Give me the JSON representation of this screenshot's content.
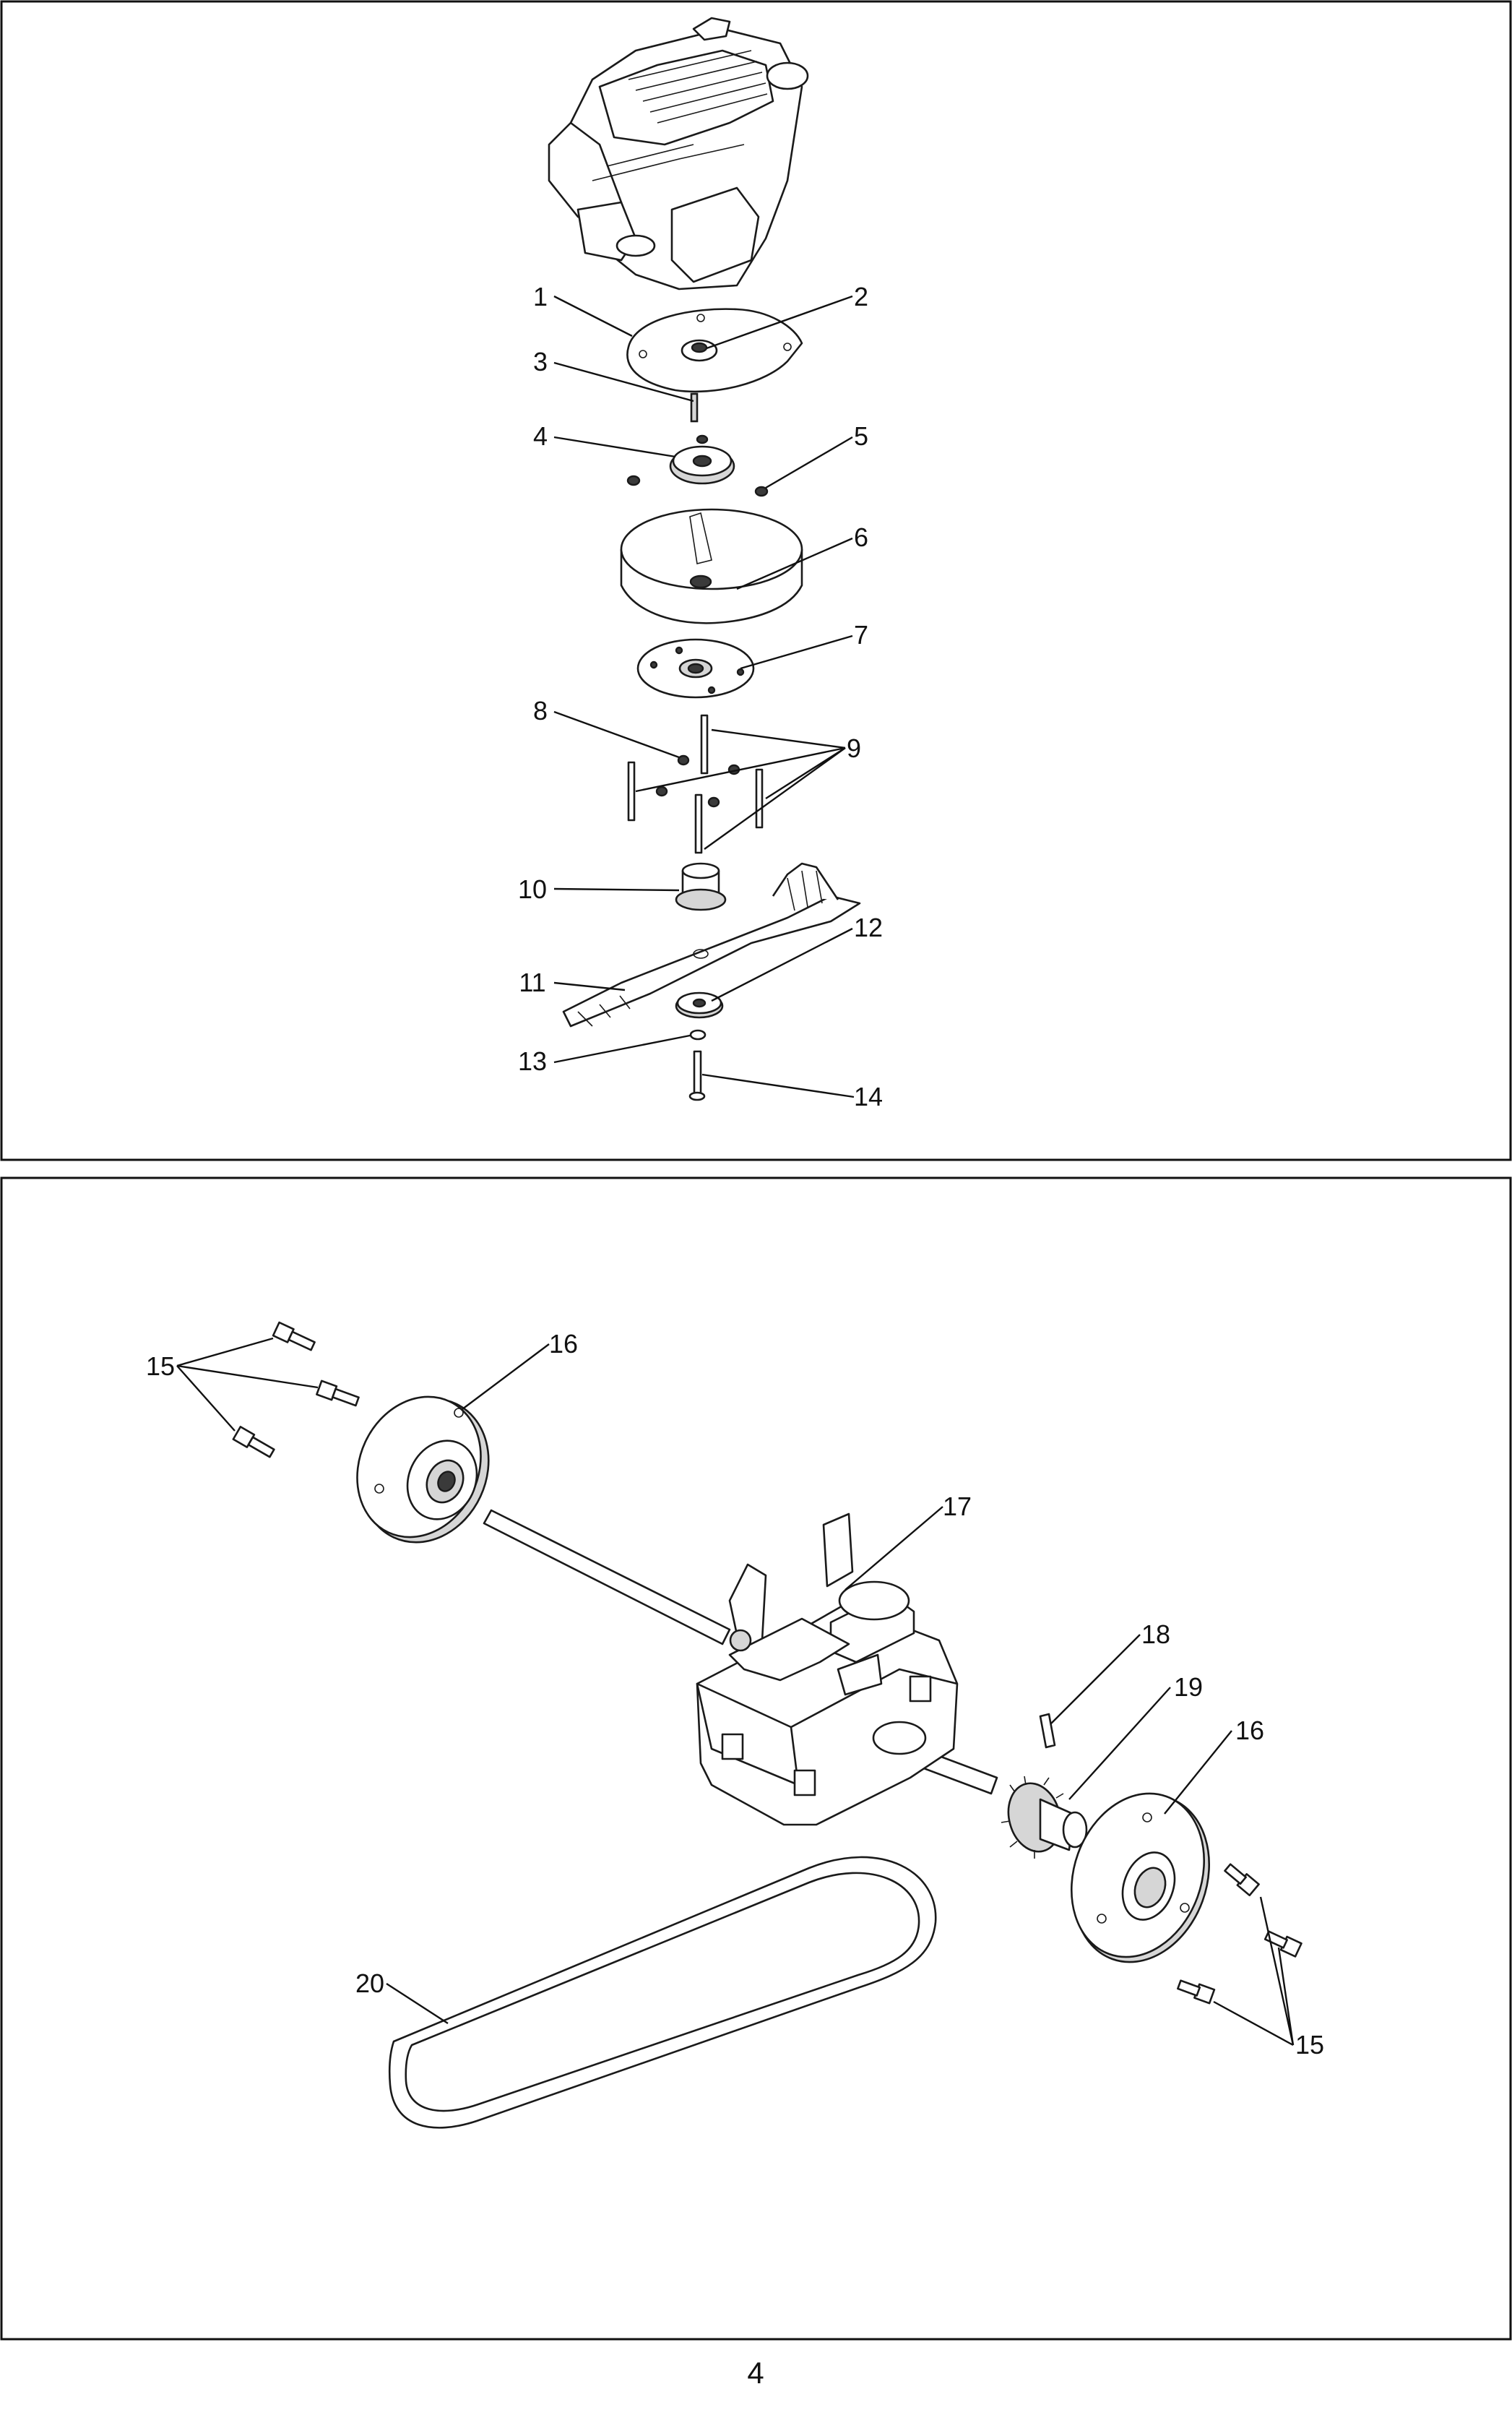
{
  "callouts_top": [
    "1",
    "2",
    "3",
    "4",
    "5",
    "6",
    "7",
    "8",
    "9",
    "10",
    "11",
    "12",
    "13",
    "14"
  ],
  "callouts_bottom": [
    "15",
    "16",
    "17",
    "18",
    "19",
    "16",
    "20",
    "15"
  ],
  "page_number": "4"
}
